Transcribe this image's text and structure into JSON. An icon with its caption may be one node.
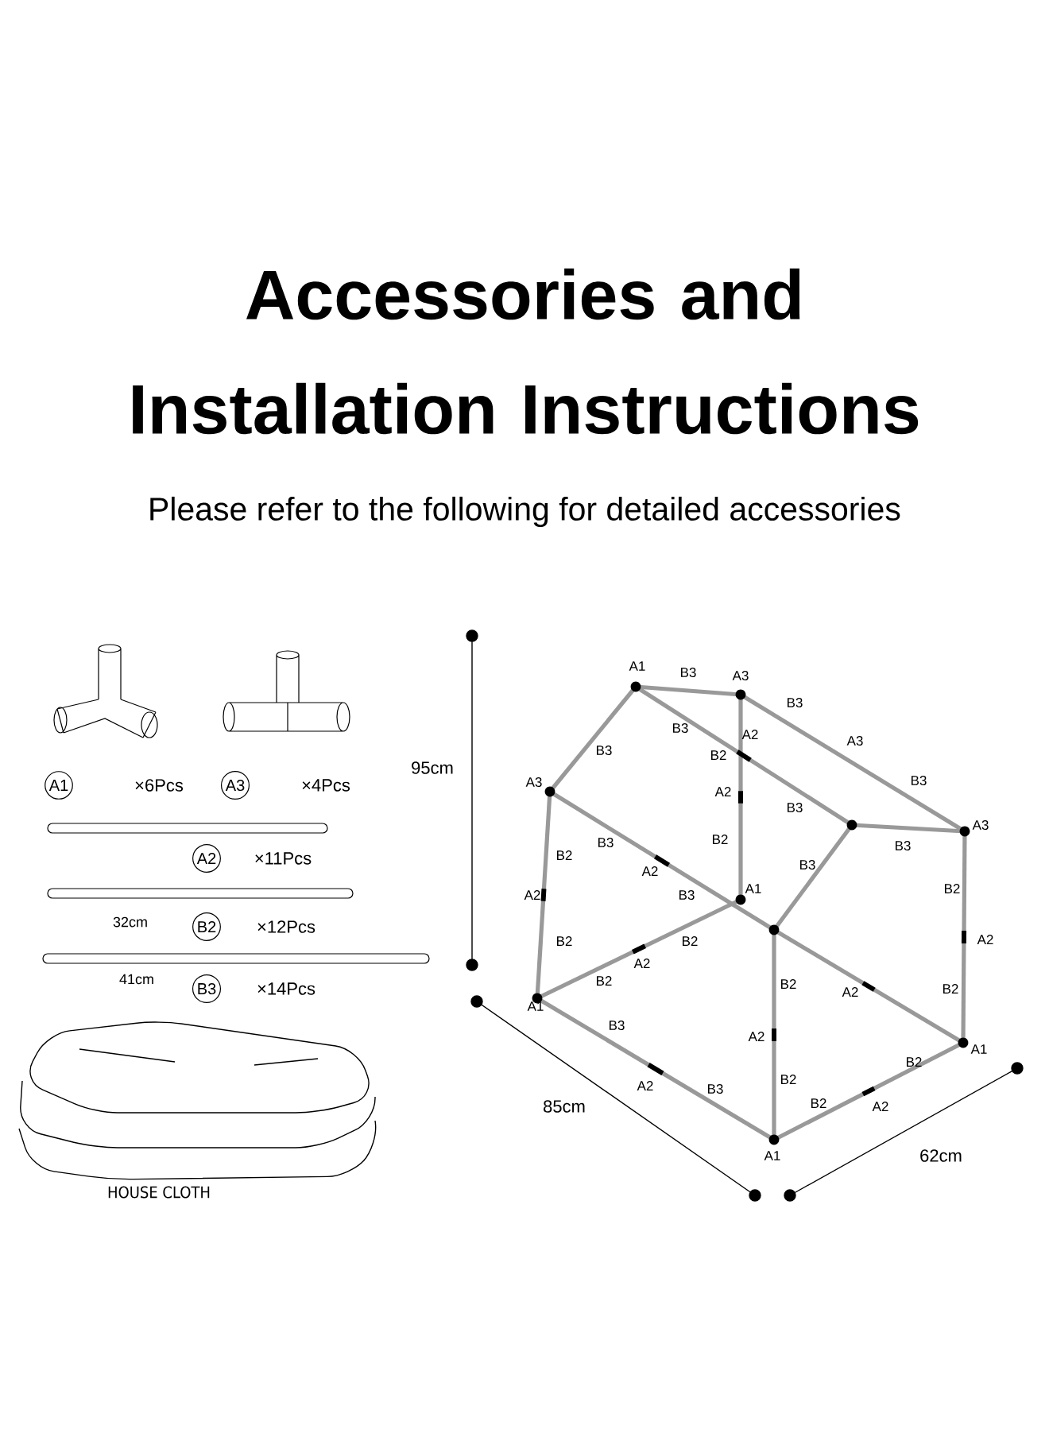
{
  "diagram": {
    "title": "Accessories and Installation Instructions",
    "nodes": [
      {
        "text": [
          "A1"
        ],
        "beside": [
          "×6Pcs"
        ]
      },
      {
        "text": [
          "A3"
        ],
        "beside": [
          "×4Pcs"
        ]
      },
      {
        "text": [
          "A2"
        ],
        "beside": [
          "×11Pcs"
        ]
      },
      {
        "text": [
          "B2"
        ],
        "beside": [
          "×12Pcs"
        ]
      },
      {
        "text": [
          "B3"
        ],
        "beside": [
          "×14Pcs"
        ]
      }
    ],
    "labels": [
      "Please refer to the following for detailed accessories",
      "A1",
      "B3",
      "A3",
      "B3",
      "B3",
      "A2",
      "B2",
      "A3",
      "B3",
      "A3",
      "A2",
      "B3",
      "B3",
      "B3",
      "B3",
      "A3",
      "B2",
      "B2",
      "A2",
      "B3",
      "B2",
      "A2",
      "B3",
      "A1",
      "B2",
      "B2",
      "A2",
      "A2",
      "B2",
      "B2",
      "A2",
      "B2",
      "A1",
      "B3",
      "A2",
      "A1",
      "B2",
      "A2",
      "B3",
      "B2",
      "B2",
      "A2",
      "A1",
      "95cm",
      "85cm",
      "62cm",
      "32cm",
      "41cm",
      "HOUSE CLOTH"
    ]
  }
}
